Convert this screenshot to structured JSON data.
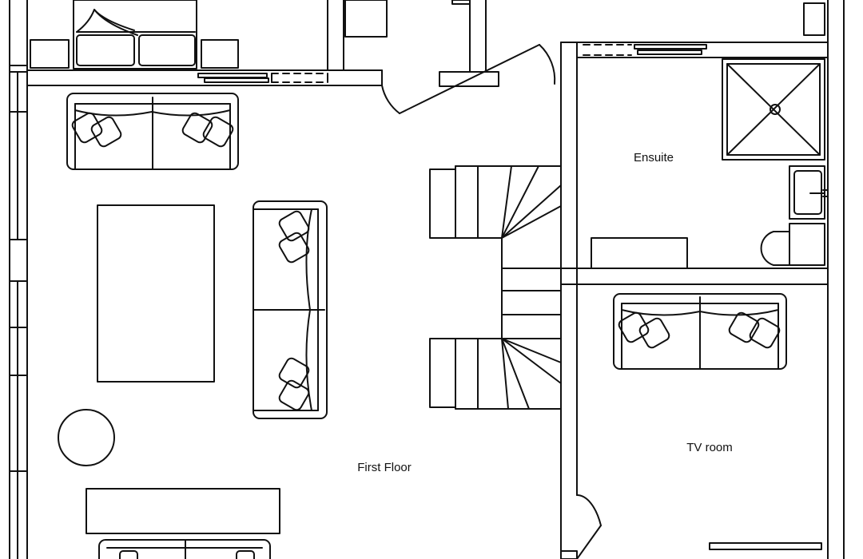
{
  "rooms": {
    "first_floor": "First Floor",
    "ensuite": "Ensuite",
    "tv_room": "TV room"
  },
  "colors": {
    "line": "#111111",
    "background": "#ffffff"
  }
}
